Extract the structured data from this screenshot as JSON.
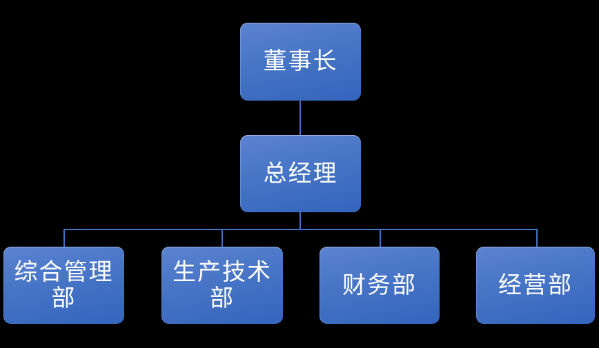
{
  "diagram": {
    "type": "org-chart",
    "background_color": "#000000",
    "node_text_color": "#ffffff",
    "node_fill_gradient": [
      "#5b83d1",
      "#4472c4",
      "#3465bd"
    ],
    "connector_color": "#4472c4",
    "nodes": {
      "chairman": {
        "label": "董事长",
        "level": 1
      },
      "general_manager": {
        "label": "总经理",
        "level": 2
      },
      "dept_admin": {
        "label": "综合管理\n部",
        "level": 3
      },
      "dept_production": {
        "label": "生产技术\n部",
        "level": 3
      },
      "dept_finance": {
        "label": "财务部",
        "level": 3
      },
      "dept_business": {
        "label": "经营部",
        "level": 3
      }
    },
    "edges": [
      {
        "from": "chairman",
        "to": "general_manager"
      },
      {
        "from": "general_manager",
        "to": "dept_admin"
      },
      {
        "from": "general_manager",
        "to": "dept_production"
      },
      {
        "from": "general_manager",
        "to": "dept_finance"
      },
      {
        "from": "general_manager",
        "to": "dept_business"
      }
    ]
  }
}
